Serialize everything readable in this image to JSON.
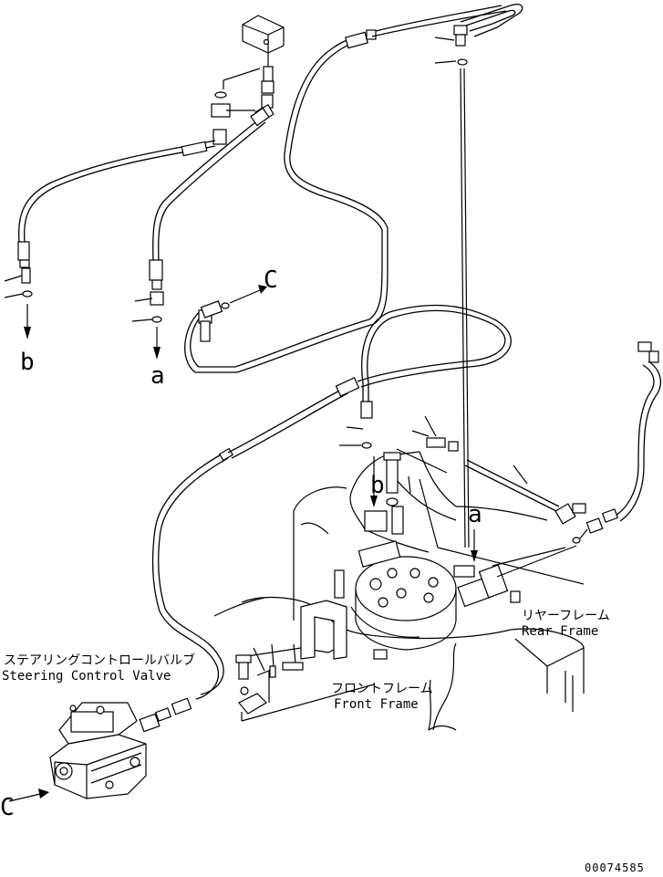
{
  "labels": {
    "ref_a_1": "a",
    "ref_a_2": "a",
    "ref_b_1": "b",
    "ref_b_2": "b",
    "ref_c_1": "C",
    "ref_c_2": "C"
  },
  "components": {
    "steering_valve_jp": "ステアリングコントロールバルブ",
    "steering_valve_en": "Steering Control Valve",
    "rear_frame_jp": "リヤーフレーム",
    "rear_frame_en": "Rear Frame",
    "front_frame_jp": "フロントフレーム",
    "front_frame_en": "Front Frame"
  },
  "drawing_code": "00074585"
}
